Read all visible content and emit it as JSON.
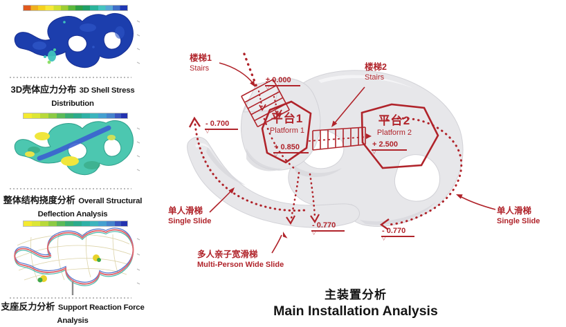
{
  "sidebar": {
    "panels": [
      {
        "caption_zh": "3D壳体应力分布",
        "caption_en": "3D Shell Stress Distribution"
      },
      {
        "caption_zh": "整体结构挠度分析",
        "caption_en": "Overall Structural Deflection Analysis"
      },
      {
        "caption_zh": "支座反力分析",
        "caption_en": "Support Reaction Force Analysis"
      }
    ]
  },
  "main": {
    "labels": {
      "stairs1": {
        "zh": "楼梯1",
        "en": "Stairs"
      },
      "stairs2": {
        "zh": "楼梯2",
        "en": "Stairs"
      },
      "platform1": {
        "zh": "平台1",
        "en": "Platform 1"
      },
      "platform2": {
        "zh": "平台2",
        "en": "Platform 2"
      },
      "single_slide_left": {
        "zh": "单人滑梯",
        "en": "Single Slide"
      },
      "single_slide_right": {
        "zh": "单人滑梯",
        "en": "Single Slide"
      },
      "wide_slide": {
        "zh": "多人亲子宽滑梯",
        "en": "Multi-Person Wide Slide"
      }
    },
    "elevations": {
      "ground": "± 0.000",
      "platform1": "+ 0.850",
      "platform2": "+ 2.500",
      "left": "- 0.700",
      "bottom_center": "- 0.770",
      "bottom_right": "- 0.770"
    },
    "title": {
      "zh": "主装置分析",
      "en": "Main Installation Analysis"
    }
  },
  "colors": {
    "annotation_red": "#b0232a",
    "structure_gray": "#e7e7ea"
  }
}
